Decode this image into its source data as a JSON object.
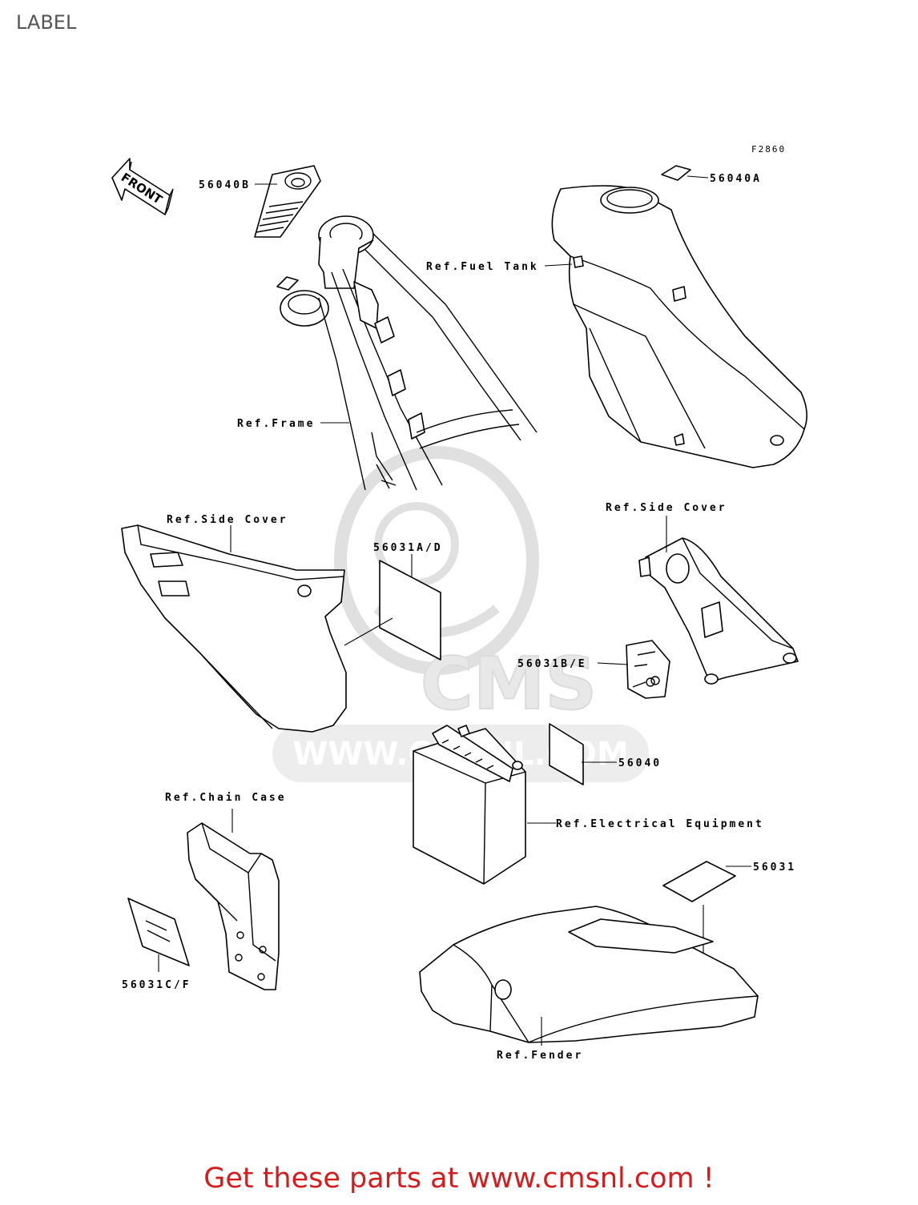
{
  "page": {
    "title": "LABEL",
    "figure_code": "F2860",
    "footer": "Get these parts at www.cmsnl.com !"
  },
  "direction_arrow": {
    "text": "FRONT",
    "icon": "front-arrow-icon"
  },
  "watermark": {
    "brand": "CMS",
    "url": "WWW.CMSNL.COM",
    "color": "#e6e6e6"
  },
  "callouts": {
    "c56040b": "56040B",
    "c56040a": "56040A",
    "fuel_tank": "Ref.Fuel Tank",
    "frame": "Ref.Frame",
    "side_cover_left": "Ref.Side Cover",
    "c56031ad": "56031A/D",
    "side_cover_right": "Ref.Side Cover",
    "c56031be": "56031B/E",
    "c56040": "56040",
    "chain_case": "Ref.Chain Case",
    "electrical": "Ref.Electrical Equipment",
    "c56031": "56031",
    "c56031cf": "56031C/F",
    "fender": "Ref.Fender"
  },
  "colors": {
    "footer_red": "#d51b1b",
    "title_gray": "#555555"
  }
}
